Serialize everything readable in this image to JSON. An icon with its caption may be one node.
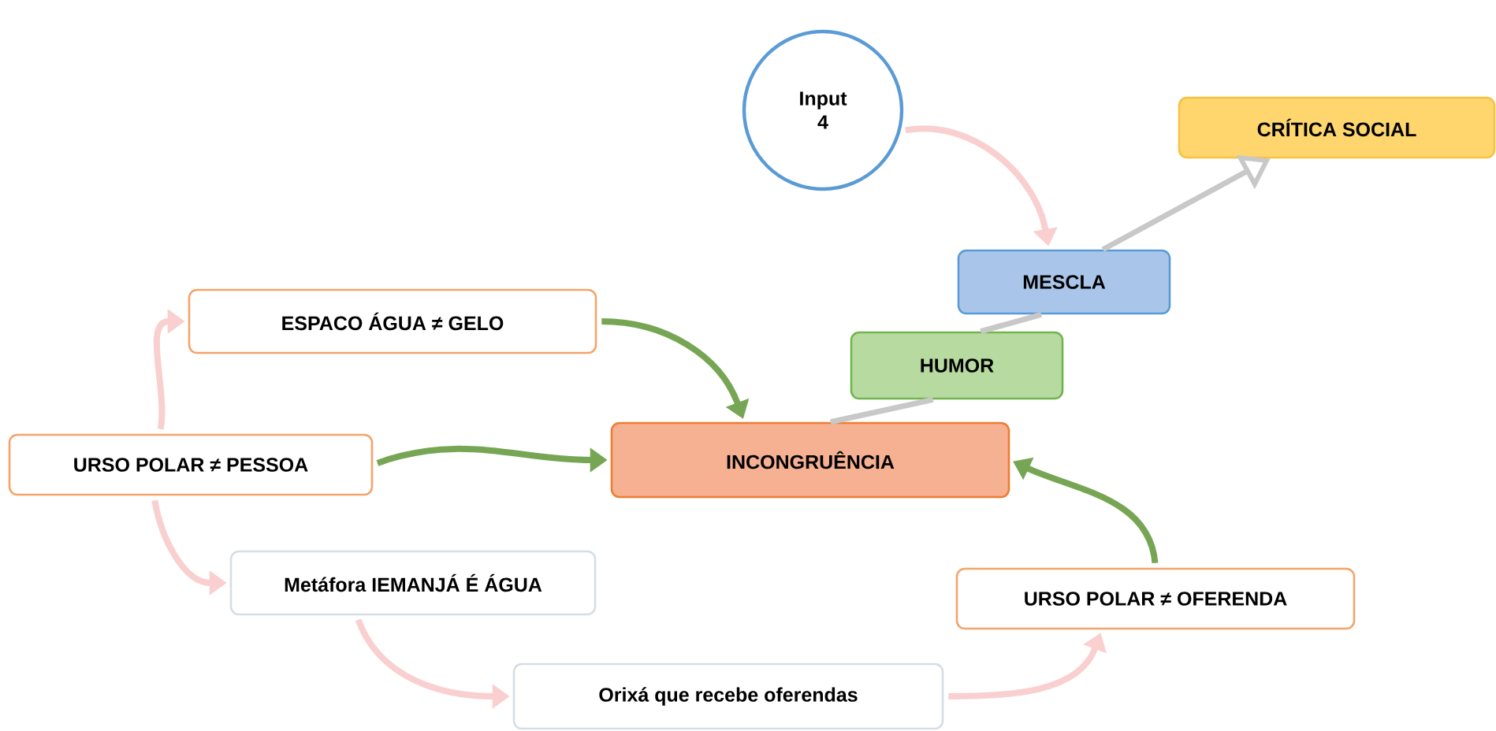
{
  "diagram": {
    "nodes": [
      {
        "text": [
          "Input 4"
        ]
      },
      {
        "text": [
          "CRÍTICA SOCIAL"
        ]
      },
      {
        "text": [
          "MESCLA"
        ]
      },
      {
        "text": [
          "ESPACO ÁGUA ≠ GELO"
        ]
      },
      {
        "text": [
          "HUMOR"
        ]
      },
      {
        "text": [
          "URSO POLAR ≠ PESSOA"
        ]
      },
      {
        "text": [
          "INCONGRUÊNCIA"
        ]
      },
      {
        "text": [
          "Metáfora IEMANJÁ É ÁGUA"
        ]
      },
      {
        "text": [
          "URSO POLAR ≠ OFERENDA"
        ]
      },
      {
        "text": [
          "Orixá que recebe oferendas"
        ]
      }
    ],
    "edges": [
      {
        "from": 0,
        "to": 2,
        "arrow": "to"
      },
      {
        "from": 6,
        "to": 4,
        "arrow": "none",
        "color": "#c8c8c8"
      },
      {
        "from": 4,
        "to": 2,
        "arrow": "none",
        "color": "#c8c8c8"
      },
      {
        "from": 2,
        "to": 1,
        "arrow": "to",
        "color": "#c8c8c8"
      },
      {
        "from": 5,
        "to": 3,
        "arrow": "to"
      },
      {
        "from": 5,
        "to": 7,
        "arrow": "to"
      },
      {
        "from": 7,
        "to": 9,
        "arrow": "to"
      },
      {
        "from": 9,
        "to": 8,
        "arrow": "to"
      },
      {
        "from": 3,
        "to": 6,
        "arrow": "to",
        "color": "#76a654"
      },
      {
        "from": 5,
        "to": 6,
        "arrow": "to",
        "color": "#76a654"
      },
      {
        "from": 8,
        "to": 6,
        "arrow": "to",
        "color": "#76a654"
      }
    ]
  }
}
